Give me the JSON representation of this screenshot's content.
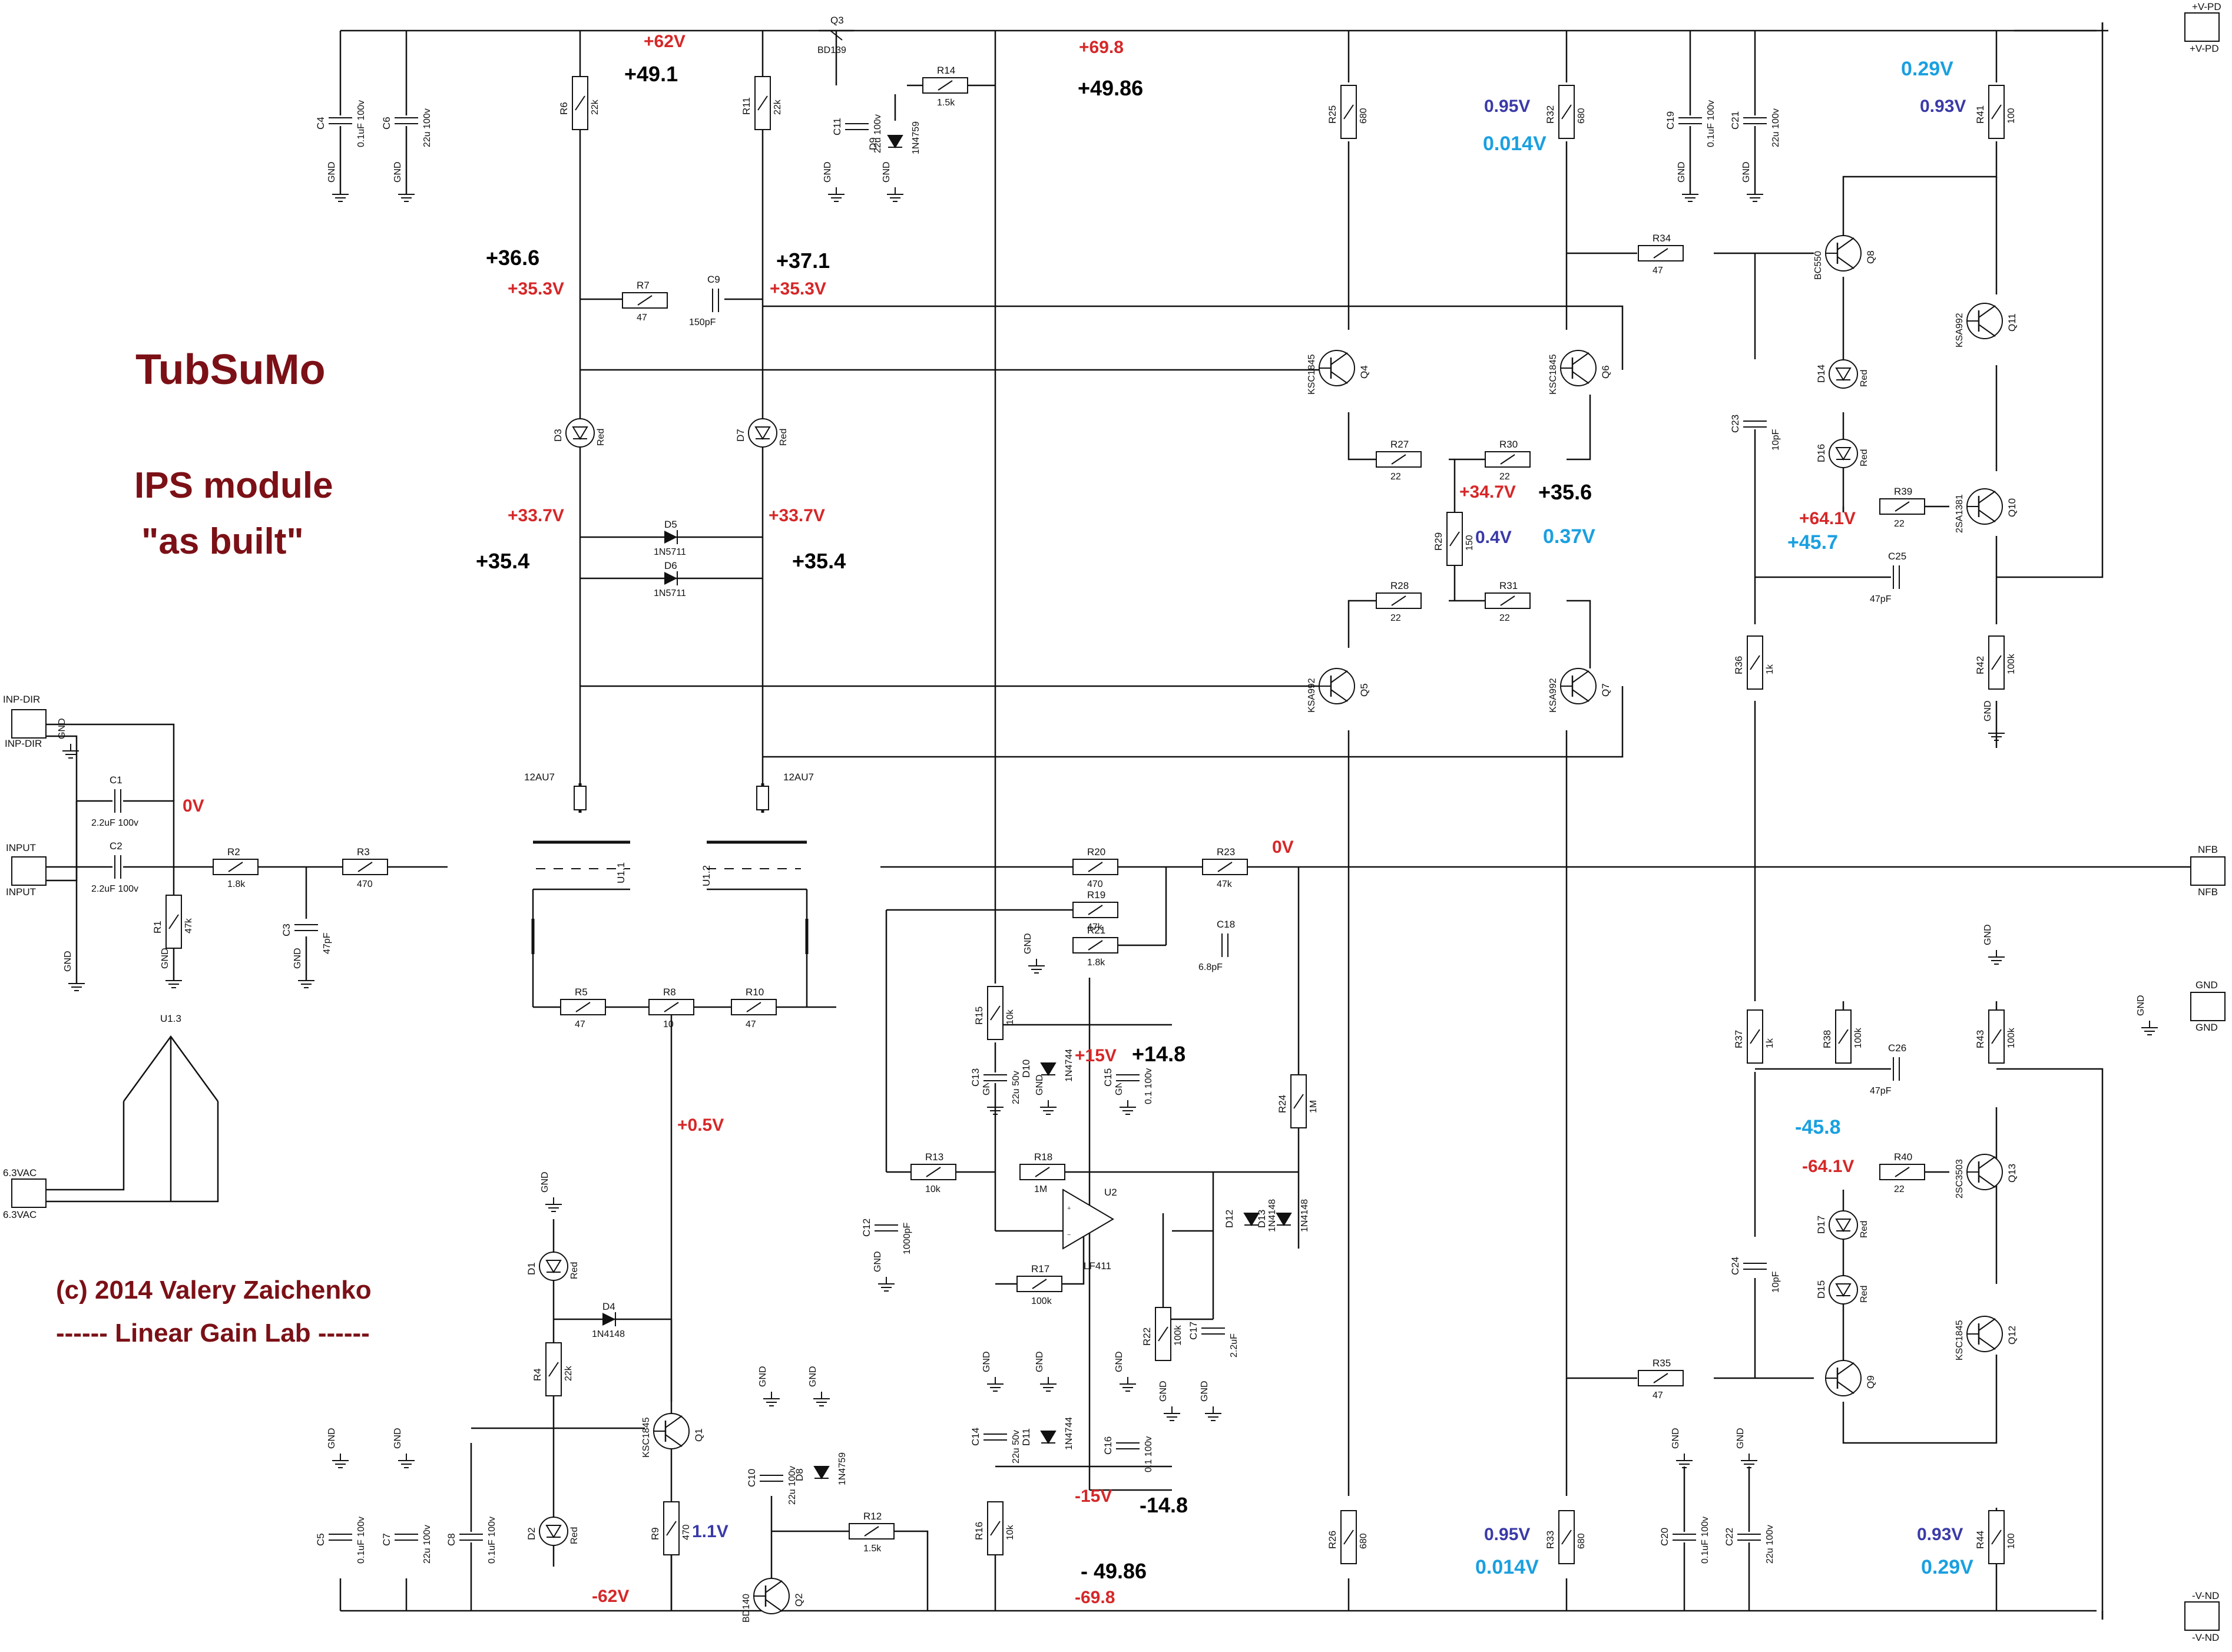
{
  "title": "TubSuMo",
  "subtitle1": "IPS module",
  "subtitle2": "\"as built\"",
  "copyright": "(c) 2014 Valery Zaichenko",
  "lab": "------ Linear Gain Lab ------",
  "gnd": "GND",
  "connectors": {
    "inp_dir": "INP-DIR",
    "input": "INPUT",
    "vac": "6.3VAC",
    "vpd": "+V-PD",
    "nfb": "NFB",
    "gnd": "GND",
    "vnd": "-V-ND"
  },
  "resistors": {
    "R1": [
      "R1",
      "47k"
    ],
    "R2": [
      "R2",
      "1.8k"
    ],
    "R3": [
      "R3",
      "470"
    ],
    "R4": [
      "R4",
      "22k"
    ],
    "R5": [
      "R5",
      "47"
    ],
    "R6": [
      "R6",
      "22k"
    ],
    "R7": [
      "R7",
      "47"
    ],
    "R8": [
      "R8",
      "10"
    ],
    "R9": [
      "R9",
      "470"
    ],
    "R10": [
      "R10",
      "47"
    ],
    "R11": [
      "R11",
      "22k"
    ],
    "R12": [
      "R12",
      "1.5k"
    ],
    "R13": [
      "R13",
      "10k"
    ],
    "R14": [
      "R14",
      "1.5k"
    ],
    "R15": [
      "R15",
      "10k"
    ],
    "R16": [
      "R16",
      "10k"
    ],
    "R17": [
      "R17",
      "100k"
    ],
    "R18": [
      "R18",
      "1M"
    ],
    "R19": [
      "R19",
      "47k"
    ],
    "R20": [
      "R20",
      "470"
    ],
    "R21": [
      "R21",
      "1.8k"
    ],
    "R22": [
      "R22",
      "100k"
    ],
    "R23": [
      "R23",
      "47k"
    ],
    "R24": [
      "R24",
      "1M"
    ],
    "R25": [
      "R25",
      "680"
    ],
    "R26": [
      "R26",
      "680"
    ],
    "R27": [
      "R27",
      "22"
    ],
    "R28": [
      "R28",
      "22"
    ],
    "R29": [
      "R29",
      "150"
    ],
    "R30": [
      "R30",
      "22"
    ],
    "R31": [
      "R31",
      "22"
    ],
    "R32": [
      "R32",
      "680"
    ],
    "R33": [
      "R33",
      "680"
    ],
    "R34": [
      "R34",
      "47"
    ],
    "R35": [
      "R35",
      "47"
    ],
    "R36": [
      "R36",
      "1k"
    ],
    "R37": [
      "R37",
      "1k"
    ],
    "R38": [
      "R38",
      "100k"
    ],
    "R39": [
      "R39",
      "22"
    ],
    "R40": [
      "R40",
      "22"
    ],
    "R41": [
      "R41",
      "100"
    ],
    "R42": [
      "R42",
      "100k"
    ],
    "R43": [
      "R43",
      "100k"
    ],
    "R44": [
      "R44",
      "100"
    ]
  },
  "capacitors": {
    "C1": [
      "C1",
      "2.2uF 100v"
    ],
    "C2": [
      "C2",
      "2.2uF 100v"
    ],
    "C3": [
      "C3",
      "47pF"
    ],
    "C4": [
      "C4",
      "0.1uF 100v"
    ],
    "C5": [
      "C5",
      "0.1uF 100v"
    ],
    "C6": [
      "C6",
      "22u 100v"
    ],
    "C7": [
      "C7",
      "22u 100v"
    ],
    "C8": [
      "C8",
      "0.1uF 100v"
    ],
    "C9": [
      "C9",
      "150pF"
    ],
    "C10": [
      "C10",
      "22u 100v"
    ],
    "C11": [
      "C11",
      "22u 100v"
    ],
    "C12": [
      "C12",
      "1000pF"
    ],
    "C13": [
      "C13",
      "22u 50v"
    ],
    "C14": [
      "C14",
      "22u 50v"
    ],
    "C15": [
      "C15",
      "0.1 100v"
    ],
    "C16": [
      "C16",
      "0.1 100v"
    ],
    "C17": [
      "C17",
      "2.2uF"
    ],
    "C18": [
      "C18",
      "6.8pF"
    ],
    "C19": [
      "C19",
      "0.1uF 100v"
    ],
    "C20": [
      "C20",
      "0.1uF 100v"
    ],
    "C21": [
      "C21",
      "22u 100v"
    ],
    "C22": [
      "C22",
      "22u 100v"
    ],
    "C23": [
      "C23",
      "10pF"
    ],
    "C24": [
      "C24",
      "10pF"
    ],
    "C25": [
      "C25",
      "47pF"
    ],
    "C26": [
      "C26",
      "47pF"
    ]
  },
  "diodes": {
    "D1": [
      "D1",
      "Red"
    ],
    "D2": [
      "D2",
      "Red"
    ],
    "D3": [
      "D3",
      "Red"
    ],
    "D4": [
      "D4",
      "1N4148"
    ],
    "D5": [
      "D5",
      "1N5711"
    ],
    "D6": [
      "D6",
      "1N5711"
    ],
    "D7": [
      "D7",
      "Red"
    ],
    "D8": [
      "D8",
      "1N4759"
    ],
    "D9": [
      "D9",
      "1N4759"
    ],
    "D10": [
      "D10",
      "1N4744"
    ],
    "D11": [
      "D11",
      "1N4744"
    ],
    "D12": [
      "D12",
      "1N4148"
    ],
    "D13": [
      "D13",
      "1N4148"
    ],
    "D14": [
      "D14",
      "Red"
    ],
    "D15": [
      "D15",
      "Red"
    ],
    "D16": [
      "D16",
      "Red"
    ],
    "D17": [
      "D17",
      "Red"
    ]
  },
  "transistors": {
    "Q1": [
      "Q1",
      "KSC1845"
    ],
    "Q2": [
      "Q2",
      "BD140"
    ],
    "Q3": [
      "Q3",
      "BD139"
    ],
    "Q4": [
      "Q4",
      "KSC1845"
    ],
    "Q5": [
      "Q5",
      "KSA992"
    ],
    "Q6": [
      "Q6",
      "KSC1845"
    ],
    "Q7": [
      "Q7",
      "KSA992"
    ],
    "Q8": [
      "Q8",
      "BC550"
    ],
    "Q9": [
      "Q9",
      ""
    ],
    "Q10": [
      "Q10",
      "2SA1381"
    ],
    "Q11": [
      "Q11",
      "KSA992"
    ],
    "Q12": [
      "Q12",
      "KSC1845"
    ],
    "Q13": [
      "Q13",
      "2SC3503"
    ]
  },
  "tubes": {
    "u11": "U1.1",
    "u12": "U1.2",
    "u13": "U1.3",
    "type": "12AU7"
  },
  "opamp": {
    "ref": "U2",
    "type": "LF411"
  },
  "voltages": [
    "+62V",
    "+49.1",
    "+69.8",
    "+49.86",
    "+36.6",
    "+35.3V",
    "+37.1",
    "+35.3V",
    "+33.7V",
    "+33.7V",
    "+35.4",
    "+35.4",
    "0V",
    "0V",
    "+15V",
    "+14.8",
    "+0.5V",
    "1.1V",
    "-62V",
    "-15V",
    "-14.8",
    "- 49.86",
    "-69.8",
    "0.95V",
    "0.014V",
    "+34.7V",
    "+35.6",
    "0.4V",
    "0.37V",
    "0.29V",
    "0.93V",
    "+64.1V",
    "+45.7",
    "-45.8",
    "-64.1V",
    "0.95V",
    "0.014V",
    "0.93V",
    "0.29V"
  ]
}
